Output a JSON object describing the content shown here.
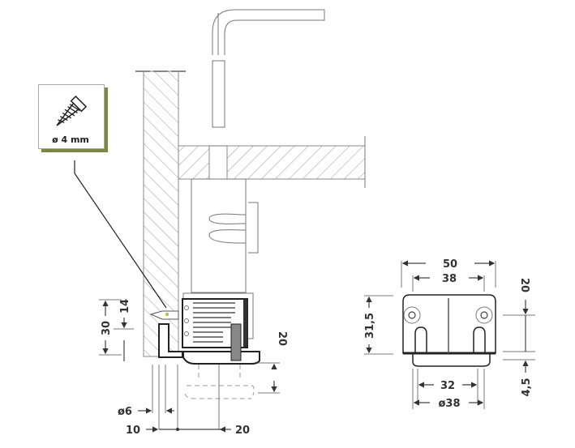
{
  "screw_badge": {
    "label": "ø 4 mm",
    "icon": "screw-icon",
    "accent_color": "#7a8a3a"
  },
  "side_view": {
    "dims": {
      "height_30": "30",
      "height_14": "14",
      "height_20": "20",
      "dia_6": "ø6",
      "offset_10": "10",
      "offset_20": "20"
    }
  },
  "front_view": {
    "dims": {
      "width_50": "50",
      "width_38": "38",
      "height_31_5": "31,5",
      "height_20": "20",
      "height_4_5": "4,5",
      "spacing_32": "32",
      "dia_38": "ø38"
    }
  }
}
